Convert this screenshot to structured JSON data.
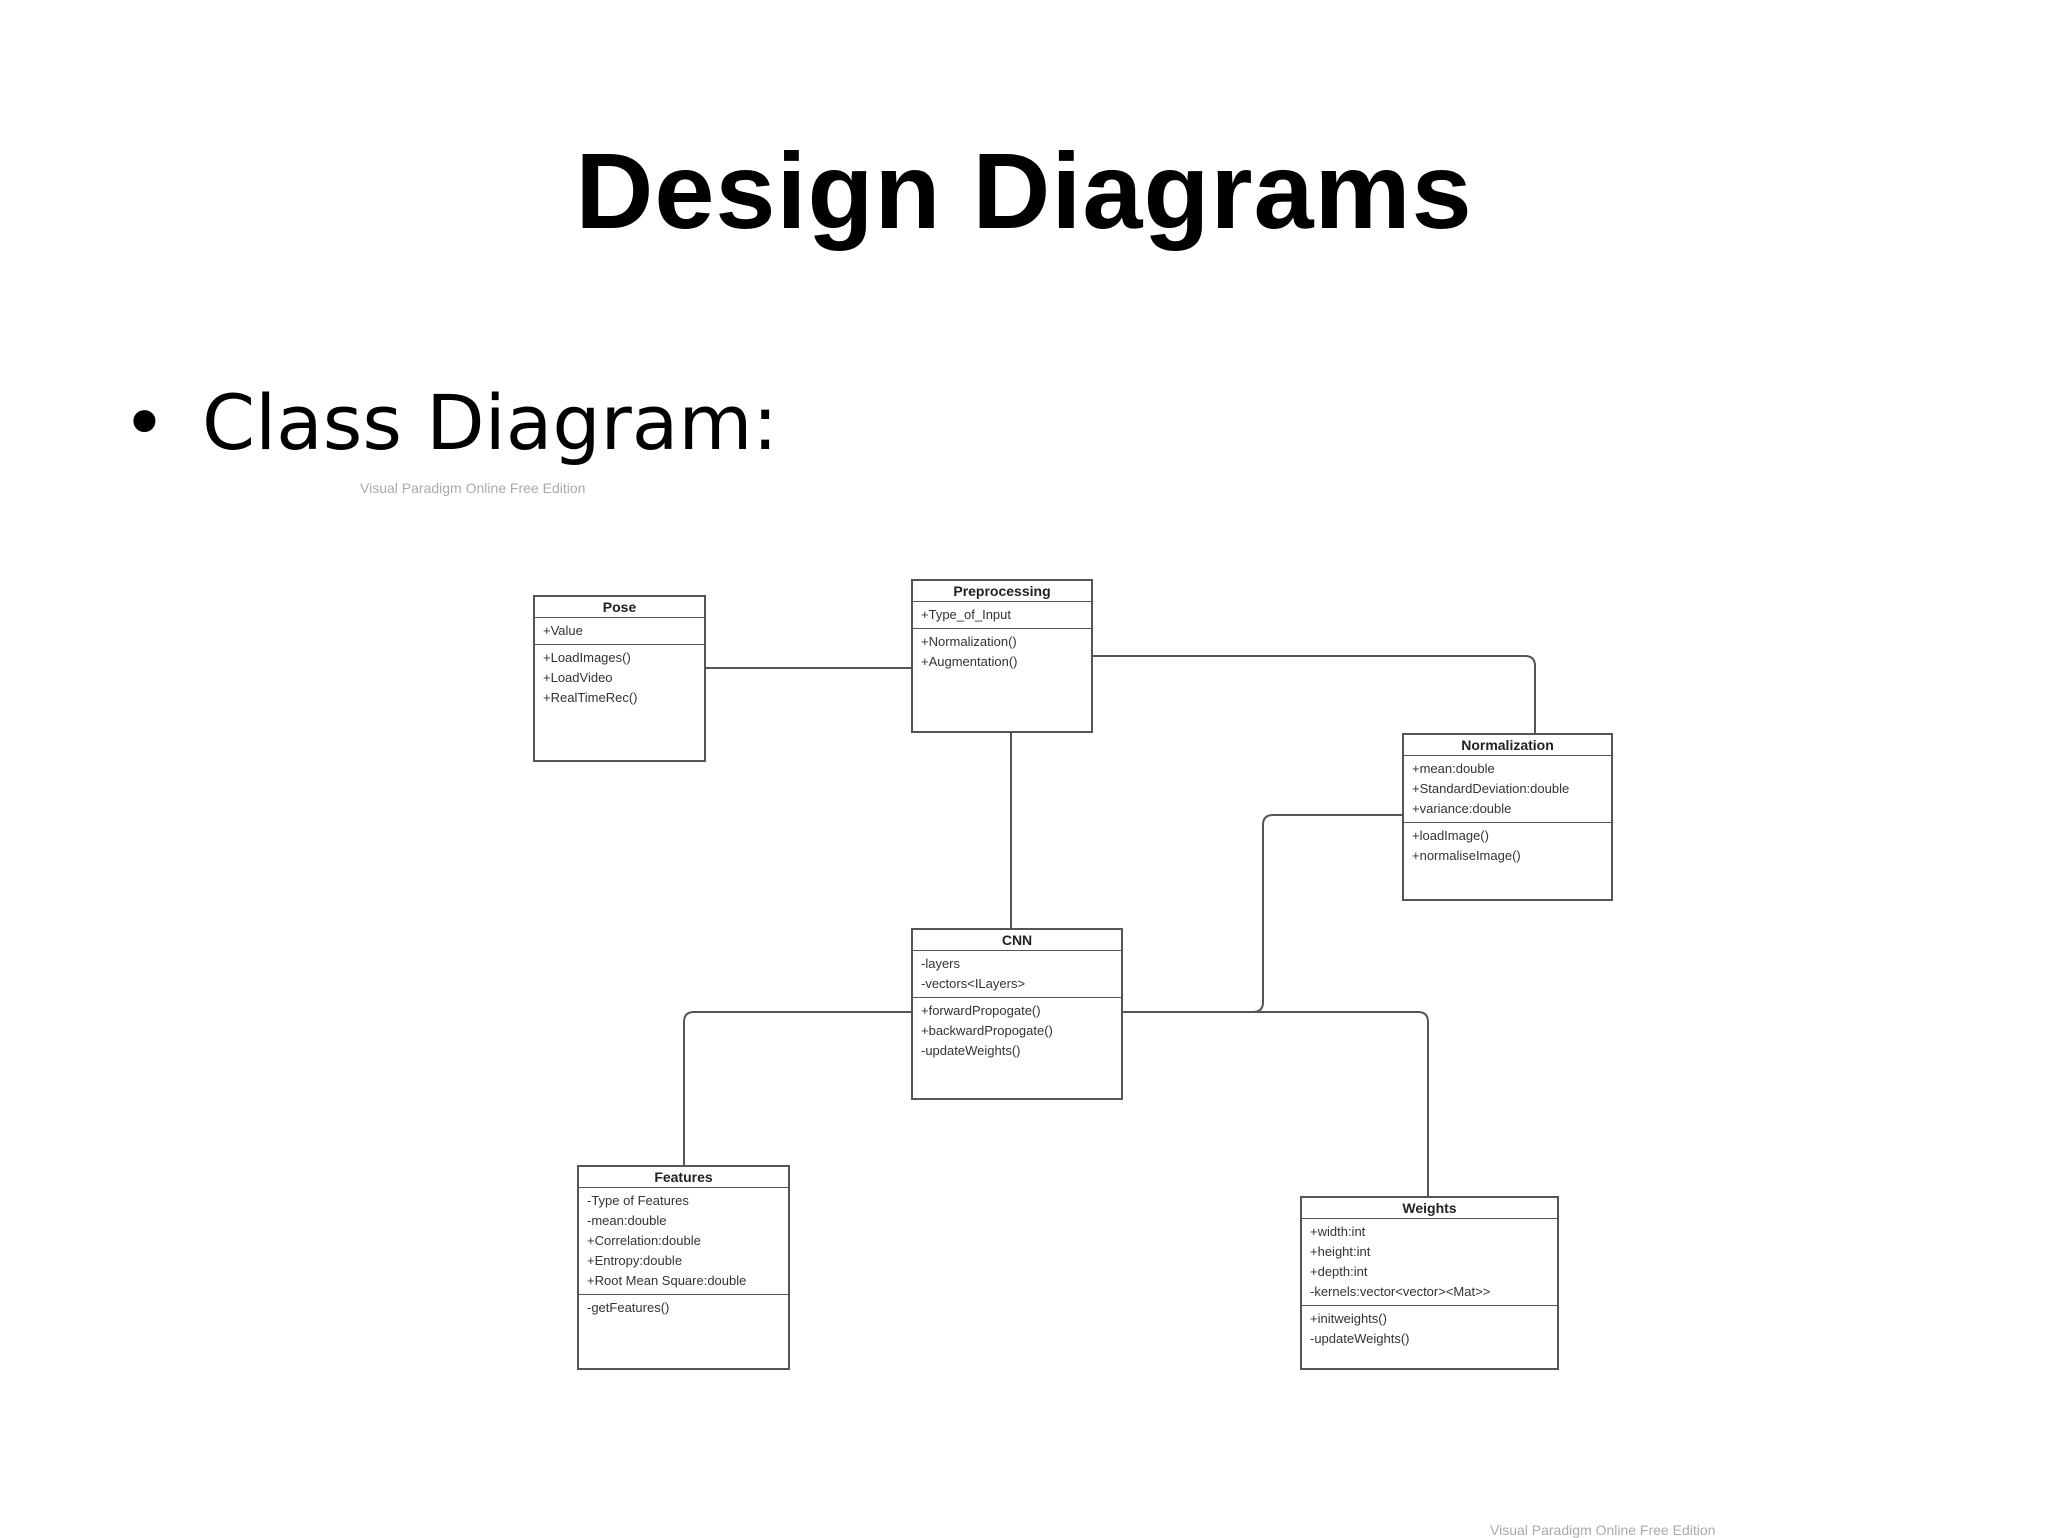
{
  "slide": {
    "title": "Design Diagrams",
    "bullet": "•",
    "bullet_text": "Class Diagram:"
  },
  "watermarks": {
    "top": "Visual Paradigm Online Free Edition",
    "bottom": "Visual Paradigm Online Free Edition"
  },
  "classes": {
    "pose": {
      "name": "Pose",
      "attributes": [
        "+Value"
      ],
      "operations": [
        "+LoadImages()",
        "+LoadVideo",
        "+RealTimeRec()"
      ]
    },
    "preprocessing": {
      "name": "Preprocessing",
      "attributes": [
        "+Type_of_Input"
      ],
      "operations": [
        "+Normalization()",
        "+Augmentation()"
      ]
    },
    "normalization": {
      "name": "Normalization",
      "attributes": [
        "+mean:double",
        "+StandardDeviation:double",
        "+variance:double"
      ],
      "operations": [
        "+loadImage()",
        "+normaliseImage()"
      ]
    },
    "cnn": {
      "name": "CNN",
      "attributes": [
        "-layers",
        "-vectors<ILayers>"
      ],
      "operations": [
        "+forwardPropogate()",
        "+backwardPropogate()",
        "-updateWeights()"
      ]
    },
    "features": {
      "name": "Features",
      "attributes": [
        "-Type of Features",
        "-mean:double",
        "+Correlation:double",
        "+Entropy:double",
        "+Root Mean Square:double"
      ],
      "operations": [
        "-getFeatures()"
      ]
    },
    "weights": {
      "name": "Weights",
      "attributes": [
        "+width:int",
        "+height:int",
        "+depth:int",
        "-kernels:vector<vector><Mat>>"
      ],
      "operations": [
        "+initweights()",
        "-updateWeights()"
      ]
    }
  },
  "colors": {
    "line": "#555555",
    "text": "#333333",
    "watermark": "#aaaaaa"
  }
}
